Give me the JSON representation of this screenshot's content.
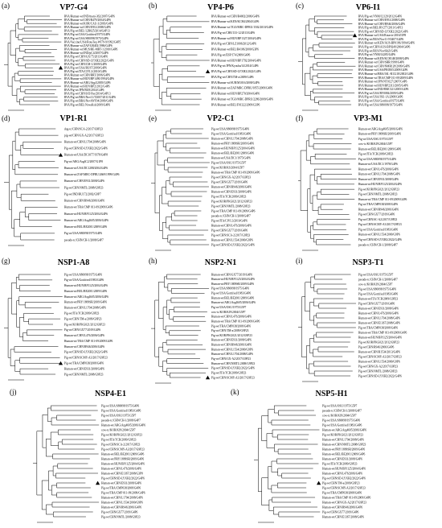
{
  "panels": [
    {
      "label": "(a)",
      "title": "VP7-G4",
      "marker": 14,
      "taxa": [
        "RVA/Human-wt/IND/mani-362/2007/G4P6",
        "RVA/Human-wt/CHN/R479/2004/G4P6",
        "RVA/Human-wt/KOR/CAU-3/2003/G4P6",
        "RVA/Human-wt/CHN/E931/2008/G4P6",
        "RVA/Pig-wt/BEL/12R025/2014/G4P13",
        "RVA/Pig-wt/USA/Gottfried/1975/G4P6",
        "RVA/Pig-wt/USA/S80098/1975/G4P6",
        "RVA/Vaccine/USA/RotaTeq-WI79-9/1992/G4P5",
        "RVA/Human-wt/ZAF/GR402/1986/G4P6",
        "RVA/Human-wt/MUS/RE-MRT-1/2010/G4P6",
        "RVA/Human-wt/IND/pC4/2007/G4P6",
        "RVA/Pig-wt/CHN/GX/75/2013/G4P6",
        "RVA/Pig-wt/CHN/SD-LYXH2/2022/G4P6",
        "RVA/Pig-wt/CHN/CM-1/2009/G4P6",
        "RVA/Pig-wt/USA/RUS7/2009/G4P6",
        "RVA/Pig-wt/ITA/CIVL3/2010/G4P6",
        "RVA/Human-wt/CHN/BRT/2006/G4P6",
        "RVA/Human-wt/HUN/BP1490/1994/G4P6",
        "RVA/Human-wt/ARG/Arg4/2005/G4P6",
        "RVA/Human-wt/HUN/BP2/2012/G4P6",
        "RVA/Pig-wt/JPN/BU8/2014/G4P6",
        "RVA/Pig-wt/CHN/IAT-Pas/2014/G4P13",
        "RVA/Pig-wt/BRA/Nov11/T2007/2011/G4P6",
        "RVA/Pig-wt/BRA/Nov09/T04/2009/G4P6",
        "RVA/Pig-wt/BEL/NovaKsh/2009/G4P6"
      ]
    },
    {
      "label": "(b)",
      "title": "VP4-P6",
      "marker": 10,
      "taxa": [
        "RVA/Human-wt/CHN/R4002/2006/G4P6",
        "RVA/Human-wt/KEN/KCH4/2004/G4P6",
        "RVA/Human-wt/TGO/MRC-DPRU/1502/2010/G4P6",
        "RVA/Pig-wt/CHE/133-12/2013/G4P6",
        "RVA/Human-wt/HUN/BP1327/2004/G4P6",
        "RVA/Pig-wt/CHN/LZ1006/2012/G4P6",
        "RVA/Human-wt/BEL/B4106/2000/G3P6",
        "RVA/Pig-wt/ESP/174/2009/G4P6",
        "RVA/Human-wt/HUN/BP1792/2004/G4P6",
        "RVA/Pig-wt/JPN/Kyushu/14/2014/G4P6",
        "RVA/Pig-wt/CHN/SD-LYXH2/2022/G4P6",
        "RVA/Pig-wt/CHN/TM-a/2009/G4P6",
        "RVA/Human-wt/SUR/M1016/2008/G4P6",
        "RVA/Human-wt/ZAF/MRC-DPRU/1855/2009/G4P6",
        "RVA/Human-wt/HUN/BP270/2004/G4P6",
        "RVA/Human-wt/TGO/MRC-DPRU/2286/2009/G4P6",
        "RVA/Human-wt/BEL/F01322/2009/G3P6"
      ]
    },
    {
      "label": "(c)",
      "title": "VP6-I1",
      "marker": 5,
      "taxa": [
        "RVA/Pig-wt/VNM/12129/2012/G4P6",
        "RVA/Human-wt/CHN/E931/2008/G4P6",
        "RVA/Human-wt/CHN/R946/2006/G4P6",
        "RVA/Pig-wt/BEL/RV277/2011/G4P13",
        "RVA/Pig-wt/CHN/SD-LYXH2/2022/G4P6",
        "RVA/Human-wt/USA/Rotavir-2016/I1P8",
        "RVA/Pig-wt/RUS/Nov11-N3407/G4P6",
        "RVA/Human-wt/KEN/AUS-BP0196/1994/G4P6",
        "RVA/Pig-wt/CHN/AUS-BP0249/2004/G4P6",
        "RVA/Pig-wt/RUS/NovSibZ/G4P6",
        "RVA/Pig-wt/VNM/14285/G4P6",
        "RVA/Human-wt/KEN/KCH148/2008/G4P6",
        "RVA/Human-wt/CHN/SHR/1998/G4P6",
        "RVA/Human-wt/CHN/NMR128/2009/G4P6",
        "RVA/Human-wt/USA/PR0505/2009/G4P6",
        "RVA/Human-wt/BRA/IAL-R11218/2002/G4P6",
        "RVA/Human-wt/TRA/CMP 011-09/2009/G4P6",
        "RVA/Human-wt/JPN/NT0127/2007/G4P6",
        "RVA/Human-wt/HUN/BP2313/2005/G4P6",
        "RVA/Human-wt/IND/RMC321/2005/G4P6",
        "RVA/Pig-wt/USA/RV0084/2009/G4P6",
        "RVA/Pig-wt/USA/ISU-1A/2008/G4P6",
        "RVA/Pig-wt/USA/Gottfried/1975/G4P6",
        "RVA/Pig-wt/USA/S80098/1975/G4P6"
      ]
    },
    {
      "label": "(d)",
      "title": "VP1-R1",
      "marker": 4,
      "taxa": [
        "dog-tc/CHN/SCA-2/2017/G9P23",
        "pig-wt/CHN/GX-A2/2017/G9P23",
        "Human-wt/CHN/L1704/2008/G4P6",
        "Pig-wt/CHN/SD-LYXH2/2022/G4P6",
        "Human-wt/USA/DC1077/1978/G4P8",
        "Pig-wt/ARG/Arg4C2/2007/G1P8",
        "Human-wt/USA/DC1288/2004/G4P6",
        "Human-wt/ZAF/MRC-DPRU/2669/1999/G4P6",
        "Human-wt/CHN/E931/2008/G4P6",
        "Pig-wt/CHN/NMTL/2008/G9P23",
        "Pig-wt/IND/RU172/2002/G9P7",
        "Human-wt/CHN/R946/2006/G4P6",
        "Human-wt/TRA/CMP 011-09/2009/G4P6",
        "Human-wt/HUN/BP1125/2004/G4P6",
        "Human-wt/ARG/Arg4605/2006/G4P6",
        "Human-wt/BEL/BE2001/2009/G4P6",
        "Pig-wt/USA/S80098/1975/G4P6",
        "pseudo-tc/CHN/CH-1/2008/G4P7"
      ]
    },
    {
      "label": "(e)",
      "title": "VP2-C1",
      "marker": 30,
      "taxa": [
        "Pig-wt/USA/S80098/1975/G4P6",
        "Pig-wt/USA/Gottfried/1983/G4P6",
        "Human-wt/CHN/L1704/2008/G4P6",
        "Human-wt/PRY/1809SR/2009/G4P6",
        "Human-wt/HUN/BP1125/2004/G4P6",
        "Human-wt/BEL/BE2001/2009/G4P6",
        "Human-wt/USA/DC1/1975/G4P6",
        "Pig-wt/USA/OSU/1975/G5P7",
        "Pig-wt/KOR/KS/2004/G5P7",
        "Human-wt/TRA/CMP 011-09/2009/G4P6",
        "Pig-wt/CHN/GX-A2/2017/G9P23",
        "Pig-wt/CHN/GX77/2019/G4P6",
        "Human-wt/CHN/R946/2006/G4P6",
        "Human-wt/CHN/E931/2008/G4P6",
        "Pig-wt/ITA/TCR/2009/G9P23",
        "Pig-wt/KOR/PKG021/2012/G9P23",
        "Pig-wt/CHN/NMTL/2008/G9P23",
        "Pig-wt/TRA/CMP 011-09/2009/G4P6",
        "pseudo-tc/CHN/CH-1/2008/G4P7",
        "Pig-wt/ITA/CIVL3/2010/G4P6",
        "Human-wt/CHN/L476/2006/G4P6",
        "Pig-wt/CHN/GX77/2019/G4P6",
        "Pig-wt/CHN/SCA-2/2017/G9P23",
        "Human-wt/CHN/L1534/2000/G9P6",
        "Pig-wt/CHN/SD-LYXH2/2022/G4P6"
      ]
    },
    {
      "label": "(f)",
      "title": "VP3-M1",
      "marker": 24,
      "taxa": [
        "Human-wt/ARG/Arg4605/2006/G4P6",
        "Human-wt/PRY/1809SR/2009/G4P6",
        "Pig-wt/USA/OSU/1975/G5P7",
        "cow-tc/KOR/KJ9/2004/G5P7",
        "Human-wt/BEL/BE2001/2009/G4P6",
        "Pig-wt/ITA/TCR/2009/G9P23",
        "Pig-wt/USA/S80098/1975/G4P6",
        "Human-wt/USA/DC1/1978/G4P6",
        "Human-wt/CHN/L476/2006/G4P6",
        "Human-wt/CHN/L1704/2008/G4P6",
        "Human-wt/CHN/E931/2008/G4P6",
        "Human-wt/HUN/BP1125/2004/G4P6",
        "Pig-wt/KOR/PKG021/2012/G9P23",
        "Pig-wt/CHN/NMTL/2008/G9P23",
        "Human-wt/TRA/CMP 011-09/2009/G4P6",
        "Pig-wt/TRA/CMP038/2008/G4P6",
        "Human-wt/CHN/R946/2006/G4P6",
        "Pig-wt/CHN/GX77/2019/G4P6",
        "Pig-wt/CHN/SC-A2/2017/G9P23",
        "Pig-wt/CHN/SCMY-A3/2017/G9P23",
        "Pig-wt/USA/Gottfried/1983/G4P6",
        "Human-wt/CHN/L1534/2000/G9P6",
        "Pig-wt/CHN/SD-LYXH2/2022/G4P6",
        "pseudo-tc/CHN/CH-1/2008/G4P7"
      ]
    },
    {
      "label": "(g)",
      "title": "NSP1-A8",
      "marker": 16,
      "taxa": [
        "Pig-wt/USA/S80098/1975/G4P6",
        "Pig-wt/USA/Gottfried/1983/G4P6",
        "Human-wt/HUN/BP1125/2004/G4P6",
        "Human-wt/BEL/BE2001/2009/G4P6",
        "Human-wt/ARG/Arg4605/2006/G4P6",
        "Human-wt/PRY/1809SR/2009/G4P6",
        "Human-wt/CHN/L1704/2008/G4P6",
        "Pig-wt/ITA/TCR/2009/G9P23",
        "Pig-wt/CHN/TM-a/2009/G9P23",
        "Pig-wt/KOR/PKG021/2012/G9P23",
        "Pig-wt/CHN/GX77/2019/G4P6",
        "Human-wt/CHN/L476/2006/G4P6",
        "Human-wt/TRA/CMP 011-09/2009/G4P6",
        "Human-wt/CHN/R946/2006/G4P6",
        "Pig-wt/CHN/SD-LYXH2/2022/G4P6",
        "Pig-wt/CHN/SCMY-A3/2017/G9P23",
        "Pig-wt/TRA/CMP038/2008/G4P6",
        "Human-wt/CHN/E931/2008/G4P6",
        "Pig-wt/CHN/NMTL/2008/G9P23"
      ]
    },
    {
      "label": "(h)",
      "title": "NSP2-N1",
      "marker": 22,
      "taxa": [
        "Human-wt/CHN/GX77/2019/G4P6",
        "Human-wt/HUN/BP1125/2004/G4P6",
        "Human-wt/PRY/1809SR/2009/G4P6",
        "Pig-wt/USA/S80098/1975/G4P6",
        "Pig-wt/USA/Gottfried/1983/G4P6",
        "Human-wt/BEL/BE2001/2009/G4P6",
        "Human-wt/ARG/Arg4605/2006/G4P6",
        "Pig-wt/USA/OSU/1975/G5P7",
        "cow-tc/KOR/KJ9/2004/G5P7",
        "Human-wt/CHN/L476/2006/G4P6",
        "Human-wt/TRA/CMP 011-09/2009/G4P6",
        "Pig-wt/TRA/CMP038/2008/G4P6",
        "Pig-wt/CHN/TM-a/2009/G9P23",
        "Pig-wt/KOR/PKG021/2012/G9P23",
        "Human-wt/CHN/E931/2008/G4P6",
        "Human-wt/CHN/R946/2006/G4P6",
        "Human-wt/CHN/L1534/2000/G9P6",
        "Human-wt/CHN/L1704/2008/G4P6",
        "Pig-wt/CHN/GX-A2/2017/G9P23",
        "Human-wt/CHN/NMTL/2008/G9P23",
        "Pig-wt/CHN/SD-LYXH2/2022/G4P6",
        "Pig-wt/ITA/TCR/2009/G9P23",
        "Pig-wt/CHN/SCMY-A3/2017/G9P23"
      ]
    },
    {
      "label": "(i)",
      "title": "NSP3-T1",
      "marker": 22,
      "taxa": [
        "Pig-wt/USA/OSU/1975/G5P7",
        "pseudo-tc/CHN/CH-1/2008/G4P7",
        "cow-tc/KOR/KJ9/2004/G5P7",
        "Pig-wt/USA/S80098/1975/G4P6",
        "Pig-wt/USA/Gottfried/1983/G4P6",
        "Human-wt/ITA/TCR/2009/G9P23",
        "Pig-wt/CHN/GX77/2019/G4P6",
        "Human-wt/CHN/E931/2008/G4P6",
        "Human-wt/CHN/L476/2006/G4P6",
        "Human-wt/CHN/L1704/2008/G4P6",
        "Human-wt/CHN/E1367/2008/G4P6",
        "Pig-wt/TRA/CMP038/2008/G4P6",
        "Human-wt/TRA/CMP 011-09/2009/G4P6",
        "Human-wt/HUN/BP1125/2004/G4P6",
        "Pig-wt/KOR/PKG021/2012/G9P23",
        "Pig-wt/CHN/R946/2006/G4P6",
        "Human-wt/CHN/R1534/2013/G4P6",
        "Pig-wt/CHN/SCMY-A3/2017/G9P23",
        "Human-wt/CHN/L1534/2000/G9P6",
        "Pig-wt/CHN/GX-A2/2017/G9P23",
        "Pig-wt/CHN/NMTL/2008/G9P23",
        "Pig-wt/CHN/SD-LYXH2/2022/G4P6"
      ]
    },
    {
      "label": "(j)",
      "title": "NSP4-E1",
      "marker": 16,
      "taxa": [
        "Pig-wt/USA/S80098/1975/G4P6",
        "Pig-wt/USA/Gottfried/1983/G4P6",
        "Pig-wt/USA/OSU/1975/G5P7",
        "pseudo-tc/CHN/CH-1/2008/G4P7",
        "Human-wt/ARG/Arg4605/2006/G4P6",
        "cow-tc/KOR/KJ9/2004/G5P7",
        "Pig-wt/KOR/PKG021/2012/G9P23",
        "Pig-wt/ITA/TCR/2009/G9P23",
        "Pig-wt/CHN/SCA-2/2017/G9P23",
        "Pig-wt/CHN/SCMY-A3/2017/G9P23",
        "Human-wt/BEL/BE2001/2009/G4P6",
        "Human-wt/PRY/1809SR/2009/G4P6",
        "Human-wt/HUN/BP1125/2004/G4P6",
        "Human-wt/CHN/L476/2006/G4P6",
        "Human-wt/CHN/E1367/2008/G3P8",
        "Pig-wt/CHN/SD-LYXH2/2022/G4P6",
        "Human-wt/CHN/E931/2008/G4P6",
        "Pig-wt/TRA/CMP038/2008/G4P6",
        "Pig-wt/TRA/CMP 011-09/2009/G4P6",
        "Human-wt/CHN/L1704/2008/G4P6",
        "Human-wt/CHN/L1534/2000/G9P6",
        "Human-wt/CHN/R946/2006/G4P6",
        "Pig-wt/CHN/GX77/2019/G4P6",
        "Pig-wt/CHN/NMTL/2008/G9P23"
      ]
    },
    {
      "label": "(k)",
      "title": "NSP5-H1",
      "marker": 16,
      "taxa": [
        "Pig-wt/USA/OSU/1975/G5P7",
        "pseudo-tc/CHN/CH-1/2008/G4P7",
        "cow-tc/KOR/KJ9/2004/G5P7",
        "Pig-wt/USA/S80098/1975/G4P6",
        "Pig-wt/USA/Gottfried/1983/G4P6",
        "Human-wt/ARG/Arg4605/2006/G4P6",
        "Pig-wt/KOR/PKG021/2012/G9P23",
        "Human-wt/CHN/L1704/2008/G4P6",
        "Human-wt/CHN/NMTL/2008/G9P23",
        "Human-wt/PRY/1809SR/2009/G4P6",
        "Human-wt/BEL/BE2001/2009/G4P6",
        "Human-wt/CHN/E931/2008/G4P6",
        "Pig-wt/ITA/TCR/2009/G9P23",
        "Human-wt/HUN/BP1125/2004/G4P6",
        "Human-wt/CHN/L476/2006/G4P6",
        "Pig-wt/CHN/SD-LYXH2/2022/G4P6",
        "Pig-wt/CHN/TM-a/2009/G9P23",
        "Pig-wt/CHN/SCMY-A3/2017/G9P23",
        "Pig-wt/TRA/CMP038/2008/G4P6",
        "Human-wt/TRA/CMP 011-09/2009/G4P6",
        "Human-wt/CHN/GX-A2/2017/G9P23",
        "Human-wt/CHN/R946/2006/G4P6",
        "Pig-wt/CHN/GX77/2019/G4P6",
        "Human-wt/CHN/E1367/2008/G4P6"
      ]
    }
  ]
}
